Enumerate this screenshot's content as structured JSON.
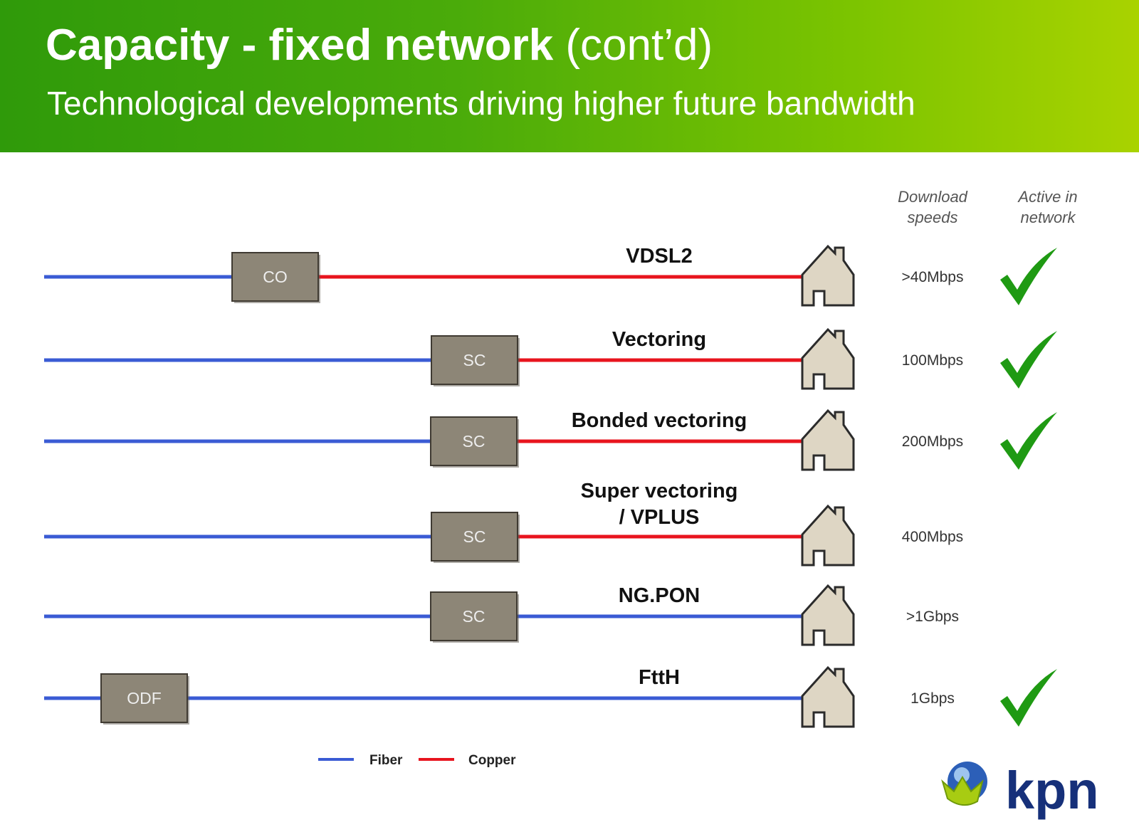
{
  "header": {
    "title_bold": "Capacity - fixed network",
    "title_rest": " (cont’d)",
    "subtitle": "Technological developments driving higher future bandwidth"
  },
  "columns": {
    "download": [
      "Download",
      "speeds"
    ],
    "active": [
      "Active in",
      "network"
    ]
  },
  "colors": {
    "fiber": "#3a5bd4",
    "copper": "#e8141e",
    "node": "#8d8677",
    "house_fill": "#ded6c4",
    "check": "#1f9a13"
  },
  "rows": [
    {
      "tech": [
        "VDSL2"
      ],
      "node": "CO",
      "speed": ">40Mbps",
      "active": true,
      "node_link": "fiber",
      "home_link": "copper"
    },
    {
      "tech": [
        "Vectoring"
      ],
      "node": "SC",
      "speed": "100Mbps",
      "active": true,
      "node_link": "fiber",
      "home_link": "copper"
    },
    {
      "tech": [
        "Bonded vectoring"
      ],
      "node": "SC",
      "speed": "200Mbps",
      "active": true,
      "node_link": "fiber",
      "home_link": "copper"
    },
    {
      "tech": [
        "Super vectoring",
        "/ VPLUS"
      ],
      "node": "SC",
      "speed": "400Mbps",
      "active": false,
      "node_link": "fiber",
      "home_link": "copper"
    },
    {
      "tech": [
        "NG.PON"
      ],
      "node": "SC",
      "speed": ">1Gbps",
      "active": false,
      "node_link": "fiber",
      "home_link": "fiber"
    },
    {
      "tech": [
        "FttH"
      ],
      "node": "ODF",
      "speed": "1Gbps",
      "active": true,
      "node_link": "fiber",
      "home_link": "fiber"
    }
  ],
  "legend": {
    "fiber": "Fiber",
    "copper": "Copper"
  },
  "logo": {
    "text": "kpn"
  }
}
